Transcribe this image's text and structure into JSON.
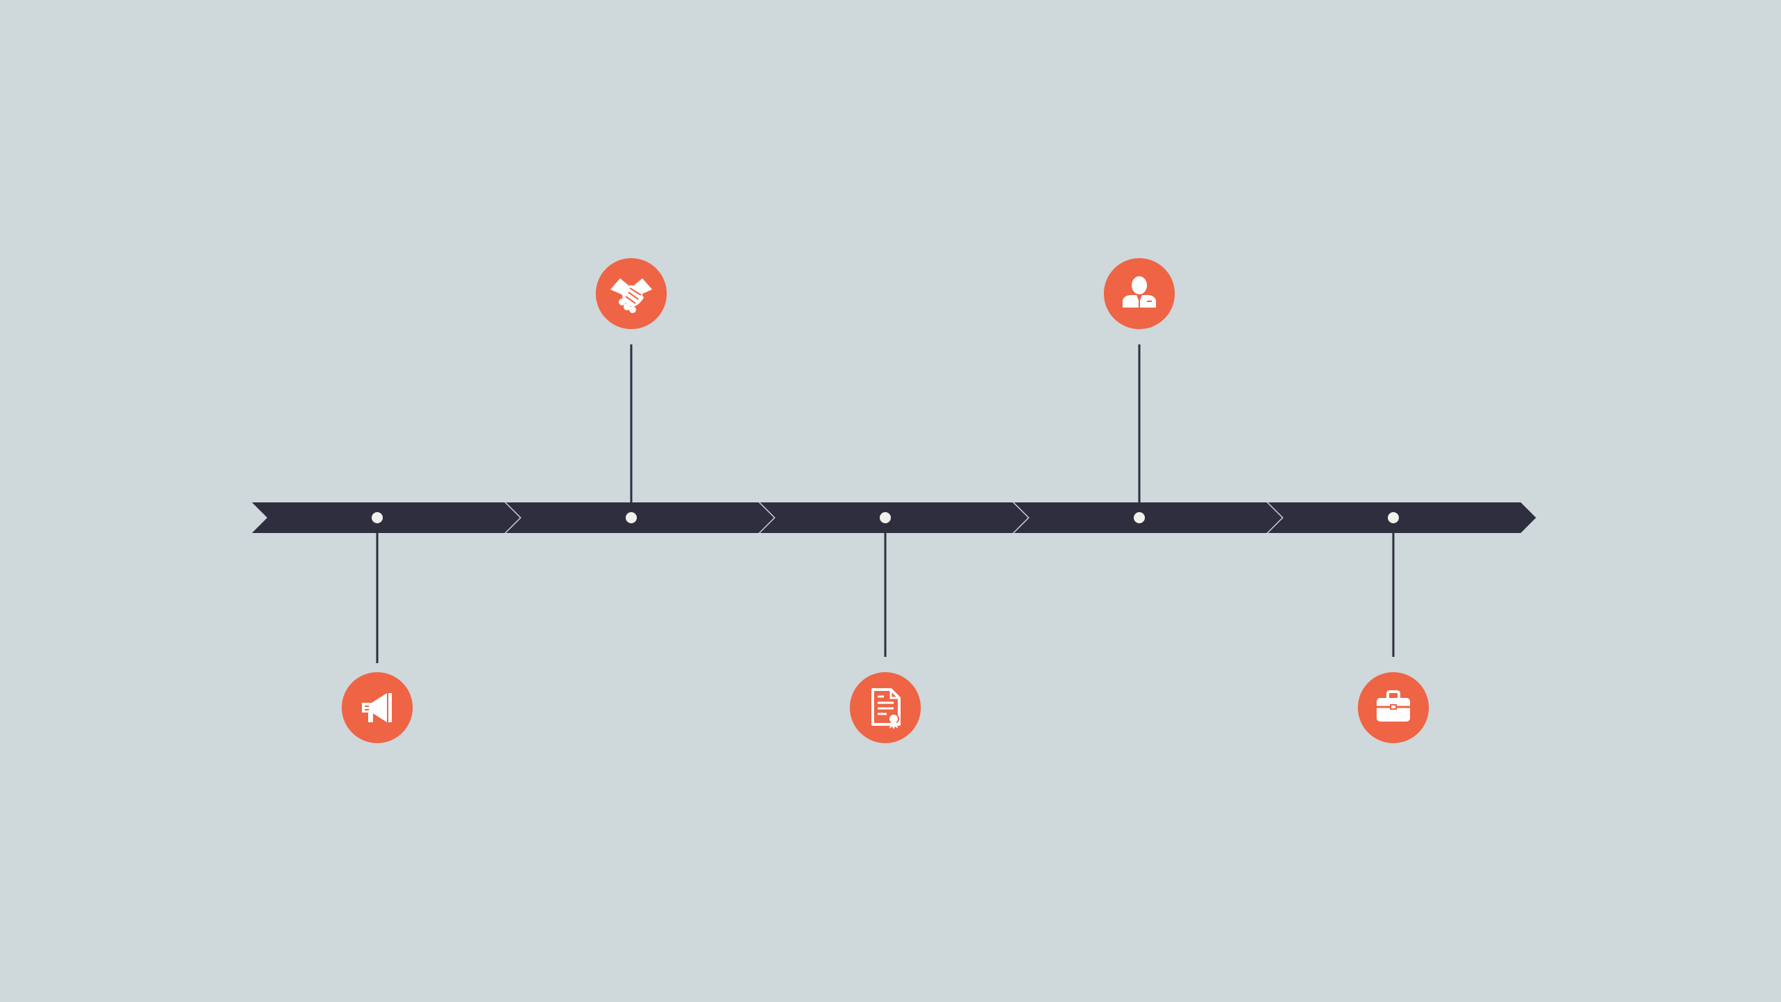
{
  "colors": {
    "background": "#cfd8db",
    "bar": "#2e2e3e",
    "accent": "#ee6445",
    "icon": "#ffffff",
    "dot": "#f2f2ec",
    "connector": "#2e2e3e"
  },
  "timeline": {
    "milestones": [
      {
        "icon": "megaphone-icon",
        "position": "below"
      },
      {
        "icon": "handshake-icon",
        "position": "above"
      },
      {
        "icon": "certificate-document-icon",
        "position": "below"
      },
      {
        "icon": "businessman-icon",
        "position": "above"
      },
      {
        "icon": "briefcase-icon",
        "position": "below"
      }
    ]
  }
}
